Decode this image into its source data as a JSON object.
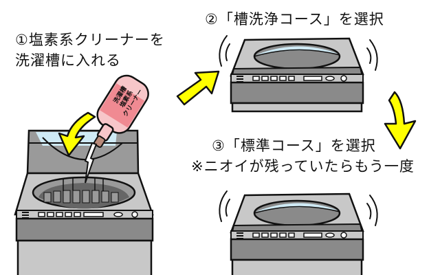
{
  "steps": [
    {
      "number": "①",
      "lines": [
        "①塩素系クリーナーを",
        "洗濯槽に入れる"
      ]
    },
    {
      "number": "②",
      "title": "②「槽洗浄コース」を選択"
    },
    {
      "number": "③",
      "title": "③「標準コース」を選択",
      "note": "※ニオイが残っていたらもう一度"
    }
  ],
  "bottle": {
    "label_lines": [
      "洗濯槽",
      "塩素系",
      "クリーナー"
    ]
  },
  "icons": {
    "arrow_1_to_2": "arrow-up-right-icon",
    "arrow_2_to_3": "arrow-curve-down-icon",
    "pour_arrow": "arrow-curve-down-left-icon",
    "vibration": "vibration-lines-icon"
  },
  "colors": {
    "arrow_yellow": "#ffff00",
    "bottle_pink": "#f7c6c9",
    "bottle_label_pink": "#f08a92",
    "water_blue": "#cfeaf5",
    "washer_light": "#c8c8c8",
    "washer_dark": "#8a8a8a",
    "outline": "#111111"
  }
}
